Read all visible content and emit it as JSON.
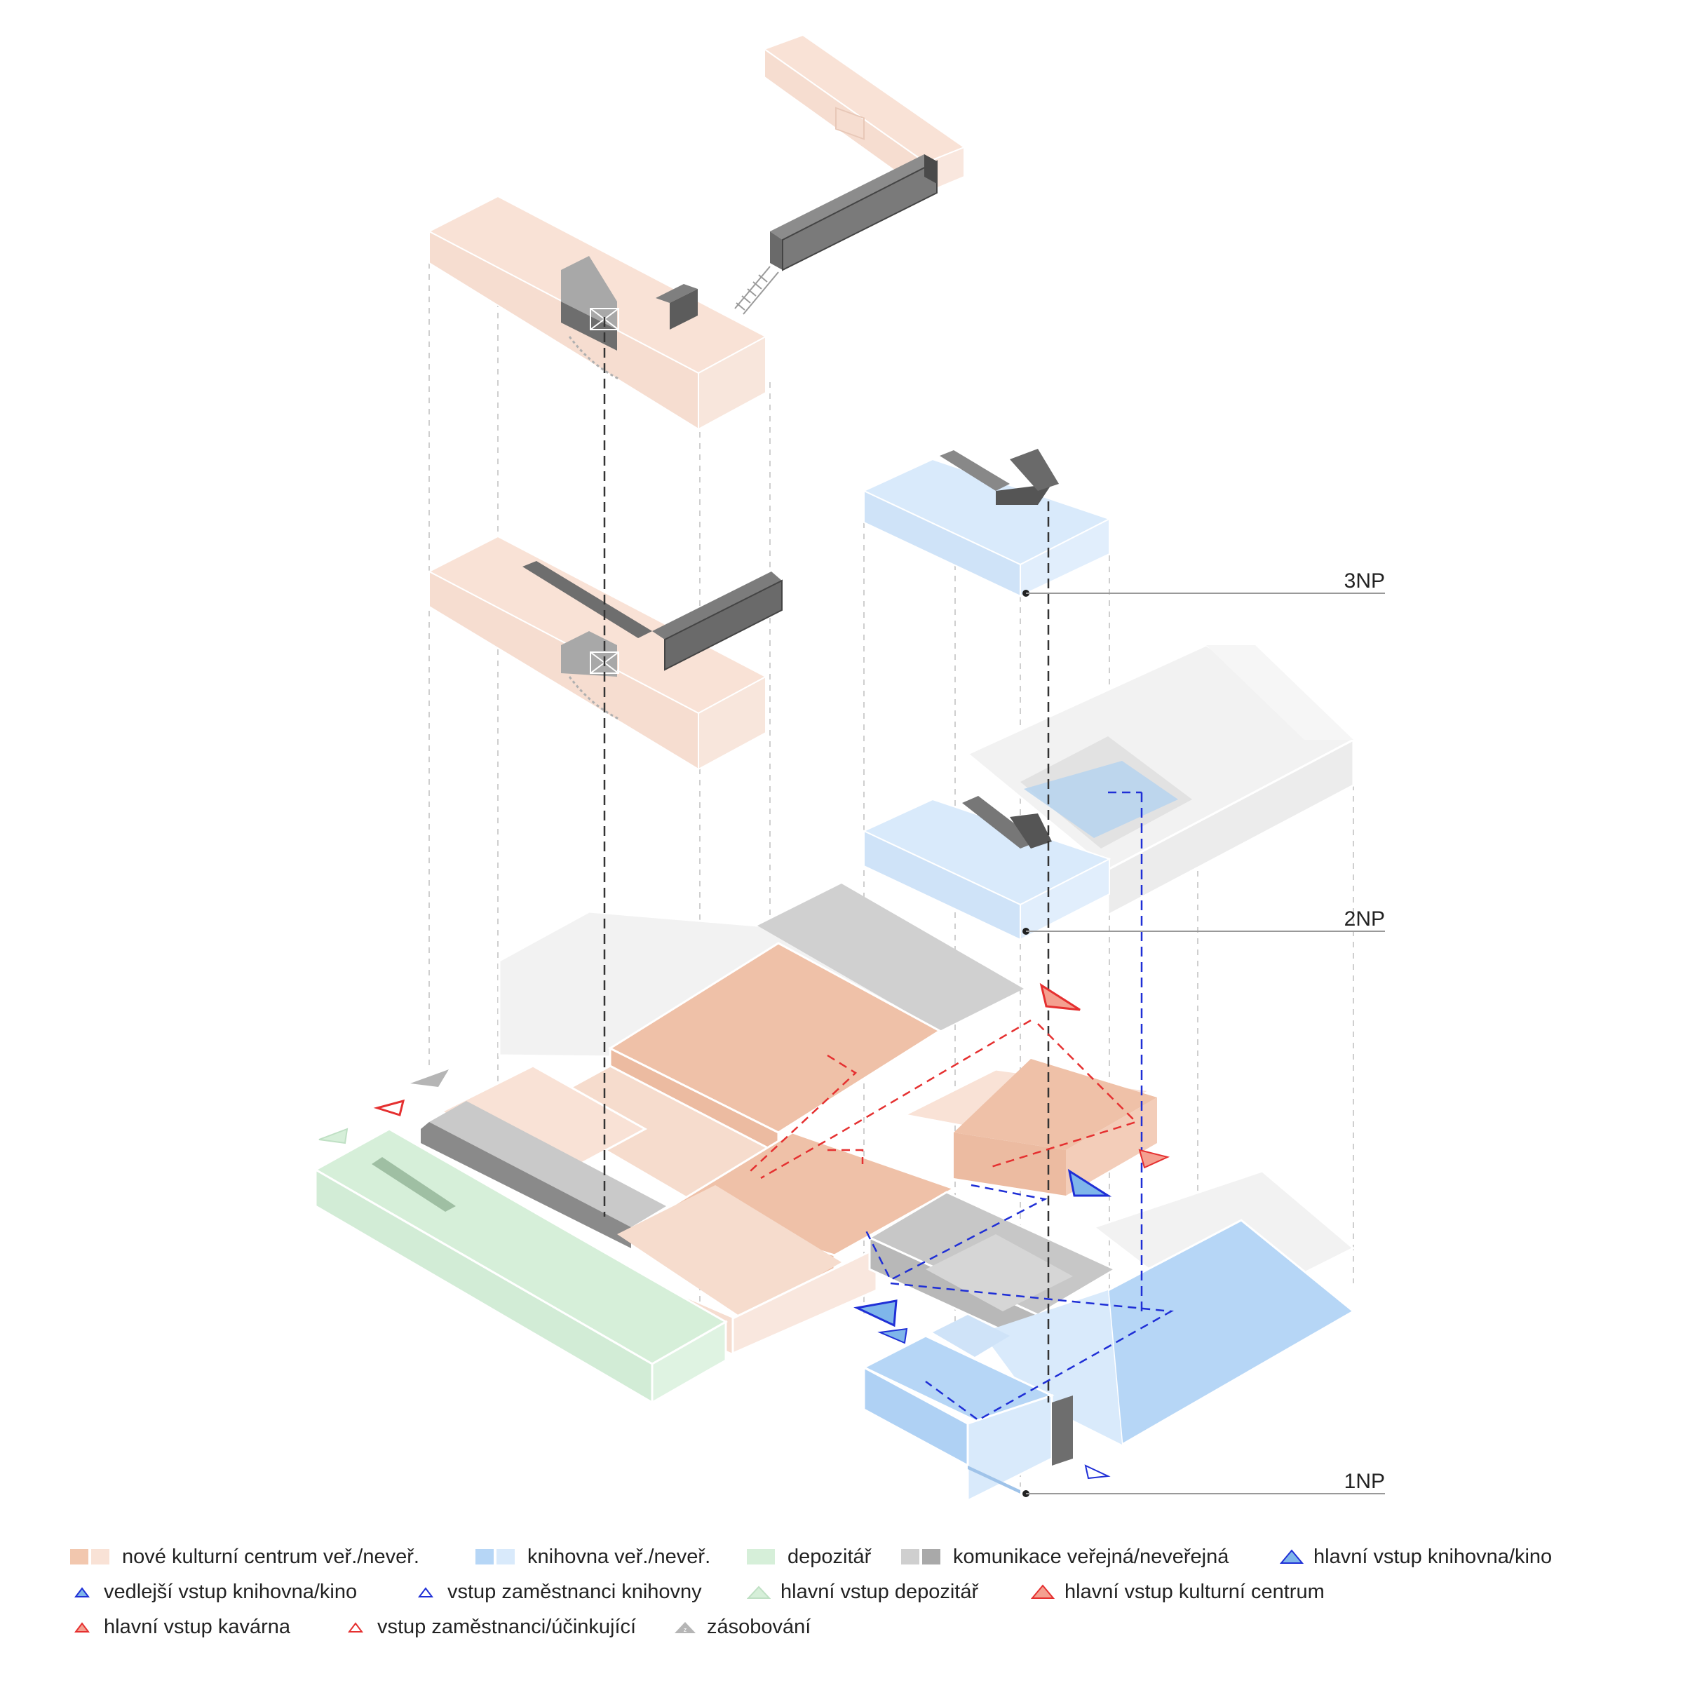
{
  "levels": [
    {
      "label": "3NP"
    },
    {
      "label": "2NP"
    },
    {
      "label": "1NP"
    }
  ],
  "colors": {
    "culture_public": "#f2c7ae",
    "culture_private": "#f9e2d6",
    "library_public": "#b6d6f6",
    "library_private": "#d9eafb",
    "depository": "#d6efd9",
    "circulation_public": "#cfcfcf",
    "circulation_private": "#a9a9a9",
    "core_dark": "#6e6e6e",
    "ghost": "#efefef",
    "route_blue": "#1f2fd6",
    "route_red": "#e53030",
    "route_black": "#333333",
    "guide_line": "#c8c8c8"
  },
  "legend": {
    "row1": [
      {
        "label": "nové kulturní centrum veř./neveř.",
        "icon": "swatch-pair",
        "colors": [
          "#f2c7ae",
          "#f9e2d6"
        ]
      },
      {
        "label": "knihovna veř./neveř.",
        "icon": "swatch-pair",
        "colors": [
          "#b6d6f6",
          "#d9eafb"
        ]
      },
      {
        "label": "depozitář",
        "icon": "swatch",
        "colors": [
          "#d6efd9"
        ]
      },
      {
        "label": "komunikace veřejná/neveřejná",
        "icon": "swatch-pair",
        "colors": [
          "#cfcfcf",
          "#a9a9a9"
        ]
      },
      {
        "label": "hlavní vstup knihovna/kino",
        "icon": "triangle-filled-blue"
      }
    ],
    "row2": [
      {
        "label": "vedlejší vstup knihovna/kino",
        "icon": "triangle-small-blue"
      },
      {
        "label": "vstup zaměstnanci knihovny",
        "icon": "triangle-outline-blue"
      },
      {
        "label": "hlavní vstup depozitář",
        "icon": "triangle-green"
      },
      {
        "label": "hlavní vstup kulturní centrum",
        "icon": "triangle-filled-red"
      }
    ],
    "row3": [
      {
        "label": "hlavní vstup kavárna",
        "icon": "triangle-small-red"
      },
      {
        "label": "vstup zaměstnanci/účinkující",
        "icon": "triangle-outline-red"
      },
      {
        "label": "zásobování",
        "icon": "triangle-grey-z"
      }
    ]
  }
}
